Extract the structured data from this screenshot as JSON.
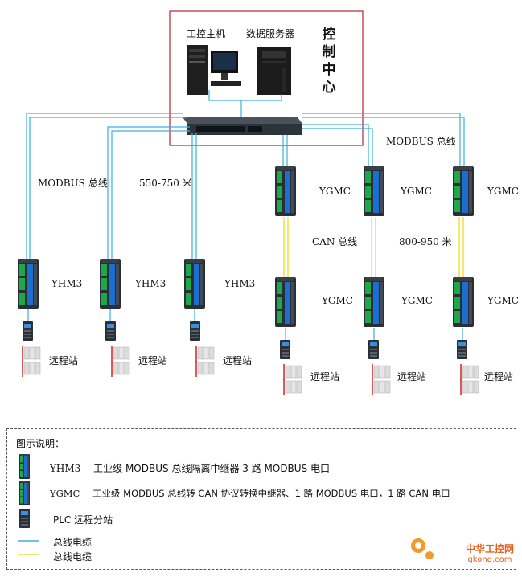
{
  "control_center": {
    "title": "控\n制\n中\n心",
    "pc_label": "工控主机",
    "server_label": "数据服务器"
  },
  "cable_labels": {
    "modbus_left": "MODBUS 总线",
    "distance_left": "550-750 米",
    "modbus_right": "MODBUS 总线",
    "can_bus": "CAN 总线",
    "distance_right": "800-950 米"
  },
  "devices": {
    "yhm3": [
      "YHM3",
      "YHM3",
      "YHM3"
    ],
    "ygmc_top": [
      "YGMC",
      "YGMC",
      "YGMC"
    ],
    "ygmc_bottom": [
      "YGMC",
      "YGMC",
      "YGMC"
    ],
    "remote_station_labels": [
      "远程站",
      "远程站",
      "远程站",
      "远程站",
      "远程站",
      "远程站"
    ]
  },
  "legend": {
    "title": "图示说明：",
    "items": [
      {
        "code": "YHM3",
        "desc": "工业级 MODBUS 总线隔离中继器  3 路 MODBUS 电口",
        "icon": "yhm3-device-icon"
      },
      {
        "code": "YGMC",
        "desc": "工业级 MODBUS 总线转 CAN 协议转换中继器、1 路 MODBUS 电口，1 路 CAN 电口",
        "icon": "ygmc-device-icon"
      },
      {
        "code": "",
        "desc": "PLC 远程分站",
        "icon": "plc-station-icon"
      },
      {
        "code": "",
        "desc": "总线电缆",
        "color": "#38b0e0"
      },
      {
        "code": "",
        "desc": "总线电缆",
        "color": "#f5e04a"
      }
    ]
  },
  "watermark": {
    "brand": "中华工控网",
    "url": "gkong.com"
  }
}
